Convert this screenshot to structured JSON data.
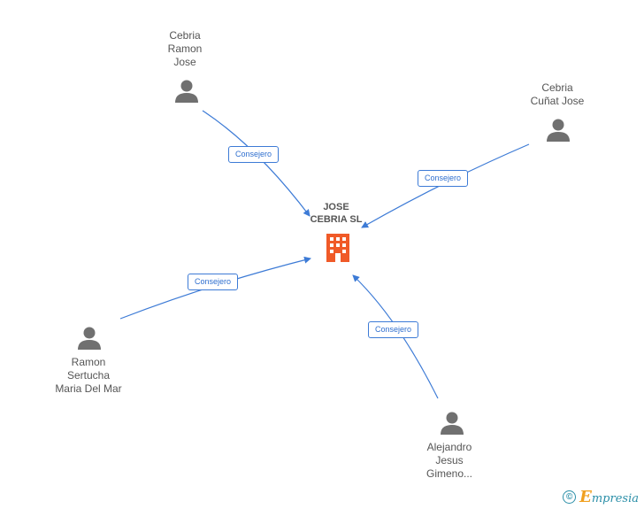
{
  "company": {
    "label": "JOSE\nCEBRIA SL"
  },
  "people": [
    {
      "id": "p1",
      "label": "Cebria\nRamon\nJose",
      "edge_label": "Consejero"
    },
    {
      "id": "p2",
      "label": "Cebria\nCuñat Jose",
      "edge_label": "Consejero"
    },
    {
      "id": "p3",
      "label": "Ramon\nSertucha\nMaria Del Mar",
      "edge_label": "Consejero"
    },
    {
      "id": "p4",
      "label": "Alejandro\nJesus\nGimeno...",
      "edge_label": "Consejero"
    }
  ],
  "footer": {
    "copyright_symbol": "©",
    "brand_first": "E",
    "brand_rest": "mpresia"
  },
  "colors": {
    "edge": "#3d7bd6",
    "company_icon": "#f05a28",
    "person_icon": "#707070",
    "brand": "#2b8fa8"
  }
}
